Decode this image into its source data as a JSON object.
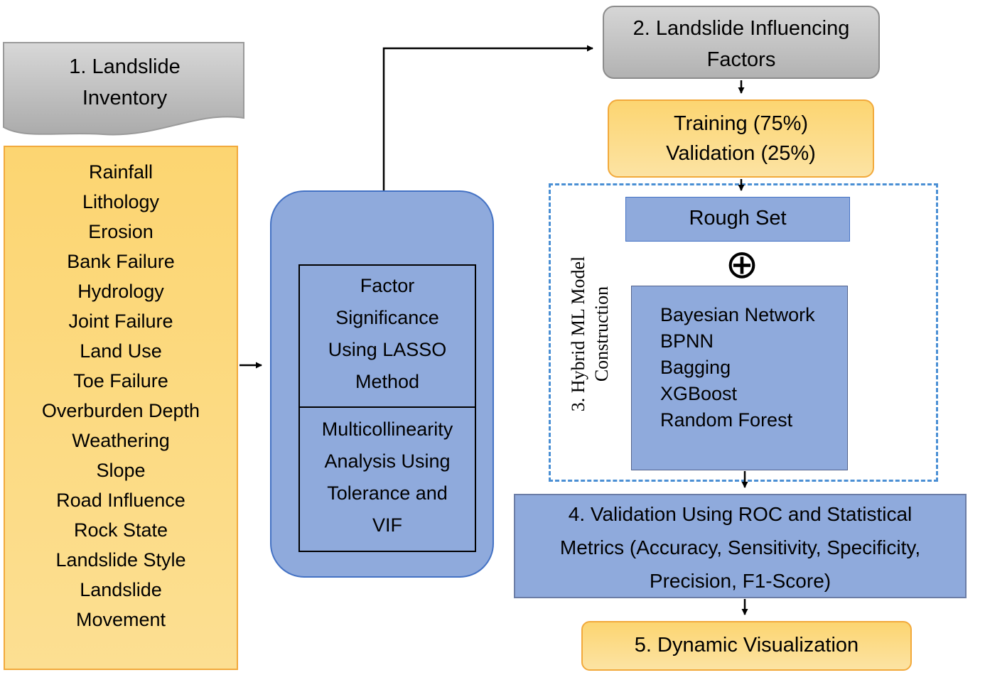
{
  "diagram": {
    "inventory": {
      "label": "1. Landslide\nInventory"
    },
    "factors": {
      "items": [
        "Rainfall",
        "Lithology",
        "Erosion",
        "Bank Failure",
        "Hydrology",
        "Joint Failure",
        "Land Use",
        "Toe Failure",
        "Overburden Depth",
        "Weathering",
        "Slope",
        "Road Influence",
        "Rock State",
        "Landslide Style",
        "Landslide\nMovement"
      ]
    },
    "lasso": {
      "label": "Factor\nSignificance\nUsing LASSO\nMethod"
    },
    "multicollinearity": {
      "label": "Multicollinearity\nAnalysis Using\nTolerance and\nVIF"
    },
    "influencing": {
      "label": "2. Landslide Influencing\nFactors"
    },
    "training": {
      "line1": "Training (75%)",
      "line2": "Validation (25%)"
    },
    "hybrid": {
      "label": "3. Hybrid ML Model\nConstruction",
      "rough_set": "Rough Set",
      "plus_symbol": "⊕",
      "models": [
        "Bayesian Network",
        "BPNN",
        "Bagging",
        "XGBoost",
        "Random Forest"
      ]
    },
    "validation": {
      "label": "4. Validation Using ROC and Statistical\nMetrics (Accuracy, Sensitivity, Specificity,\nPrecision, F1-Score)"
    },
    "visualization": {
      "label": "5. Dynamic Visualization"
    }
  },
  "colors": {
    "orange-fill": "#FCD571",
    "orange-border": "#F2A93B",
    "blue-fill": "#8FAADC",
    "blue-border": "#4472C4",
    "gray-fill": "#C6C6C6",
    "gray-border": "#8C8C8C",
    "dashed-border": "#4A8FD4",
    "arrow": "#000000",
    "text": "#000000"
  }
}
